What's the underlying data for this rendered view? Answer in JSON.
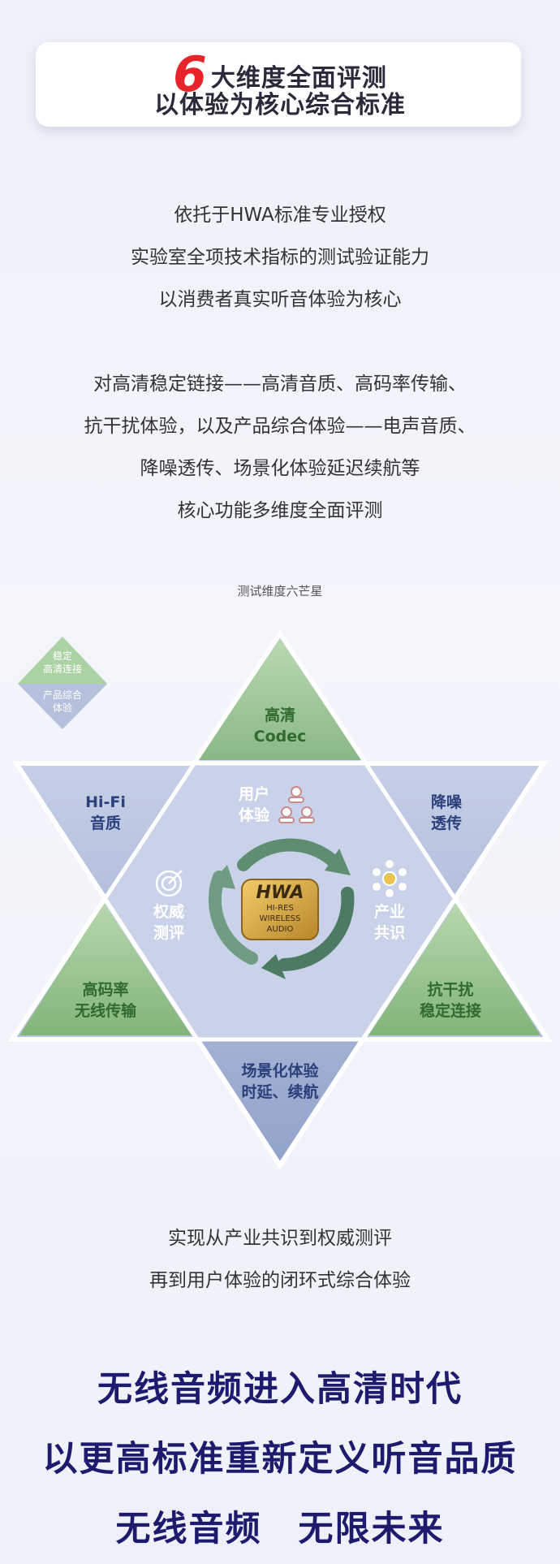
{
  "title": {
    "number": "6",
    "line1": "大维度全面评测",
    "line2": "以体验为核心综合标准"
  },
  "intro": [
    "依托于HWA标准专业授权",
    "实验室全项技术指标的测试验证能力",
    "以消费者真实听音体验为核心"
  ],
  "body": [
    "对高清稳定链接——高清音质、高码率传输、",
    "抗干扰体验，以及产品综合体验——电声音质、",
    "降噪透传、场景化体验延迟续航等",
    "核心功能多维度全面评测"
  ],
  "diagram": {
    "caption": "测试维度六芒星",
    "legend": {
      "top": [
        "稳定",
        "高清连接"
      ],
      "bottom": [
        "产品综合",
        "体验"
      ]
    },
    "points": {
      "top": [
        "高清",
        "Codec"
      ],
      "upper_left": [
        "Hi-Fi",
        "音质"
      ],
      "upper_right": [
        "降噪",
        "透传"
      ],
      "lower_left": [
        "高码率",
        "无线传输"
      ],
      "lower_right": [
        "抗干扰",
        "稳定连接"
      ],
      "bottom": [
        "场景化体验",
        "时延、续航"
      ]
    },
    "center": {
      "user": [
        "用户",
        "体验"
      ],
      "authority": [
        "权威",
        "测评"
      ],
      "industry": [
        "产业",
        "共识"
      ],
      "logo": {
        "mark": "HWA",
        "line1": "HI-RES",
        "line2": "WIRELESS",
        "line3": "AUDIO"
      }
    },
    "colors": {
      "green": "#8dbb82",
      "blue": "#b3c0dc",
      "dark_green": "#2f6a2f",
      "dark_blue": "#2b3f7a",
      "gold": "#d9a83a"
    }
  },
  "closing": [
    "实现从产业共识到权威测评",
    "再到用户体验的闭环式综合体验"
  ],
  "slogans": [
    "无线音频进入高清时代",
    "以更高标准重新定义听音品质",
    "无线音频　无限未来"
  ]
}
